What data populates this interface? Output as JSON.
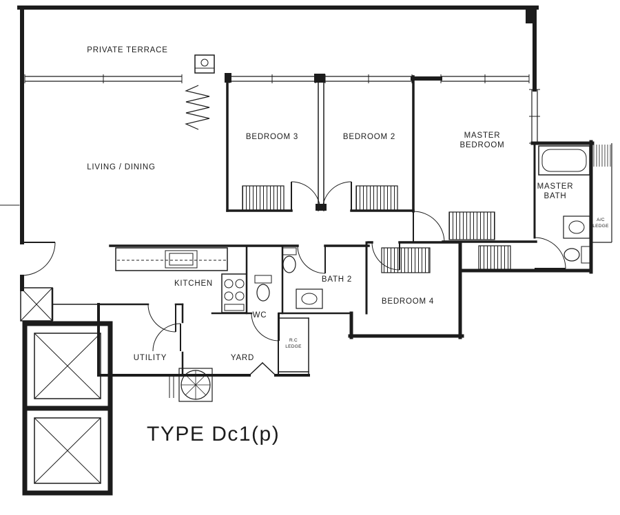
{
  "plan": {
    "type_label": "TYPE Dc1(p)",
    "colors": {
      "line": "#1c1c1c",
      "background": "#ffffff"
    },
    "rooms": {
      "private_terrace": "PRIVATE TERRACE",
      "living_dining": "LIVING / DINING",
      "bedroom3": "BEDROOM 3",
      "bedroom2": "BEDROOM 2",
      "master_bedroom": [
        "MASTER",
        "BEDROOM"
      ],
      "master_bath": [
        "MASTER",
        "BATH"
      ],
      "ac_ledge": [
        "A/C",
        "LEDGE"
      ],
      "kitchen": "KITCHEN",
      "bath2": "BATH 2",
      "wc": "WC",
      "bedroom4": "BEDROOM 4",
      "utility": "UTILITY",
      "yard": "YARD",
      "rc_ledge": [
        "R.C",
        "LEDGE"
      ]
    }
  }
}
